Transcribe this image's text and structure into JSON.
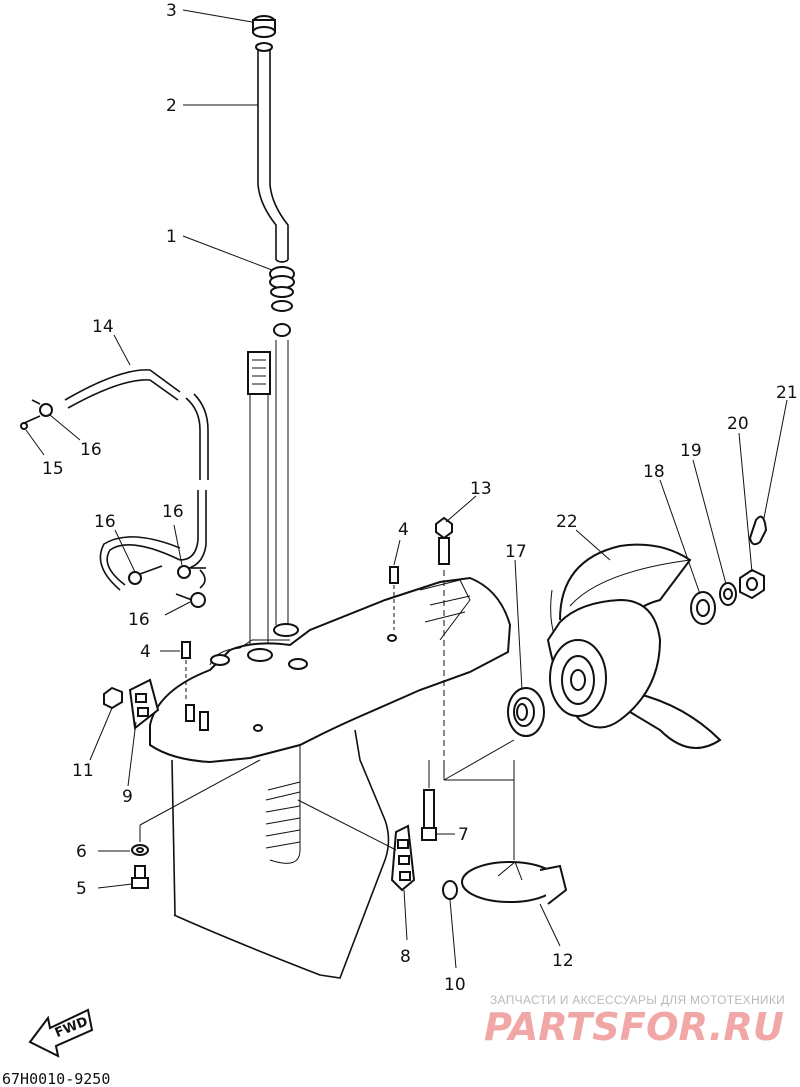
{
  "labels": {
    "p1": "1",
    "p2": "2",
    "p3": "3",
    "p4a": "4",
    "p4b": "4",
    "p5": "5",
    "p6": "6",
    "p7": "7",
    "p8": "8",
    "p9": "9",
    "p10": "10",
    "p11": "11",
    "p12": "12",
    "p13": "13",
    "p14": "14",
    "p15": "15",
    "p16a": "16",
    "p16b": "16",
    "p16c": "16",
    "p16d": "16",
    "p17": "17",
    "p18": "18",
    "p19": "19",
    "p20": "20",
    "p21": "21",
    "p22": "22"
  },
  "fwd_label": "FWD",
  "diagram_code": "67H0010-9250",
  "watermark": {
    "caption": "ЗАПЧАСТИ И АКСЕССУАРЫ ДЛЯ МОТОТЕХНИКИ",
    "brand": "PARTSFOR.RU"
  }
}
